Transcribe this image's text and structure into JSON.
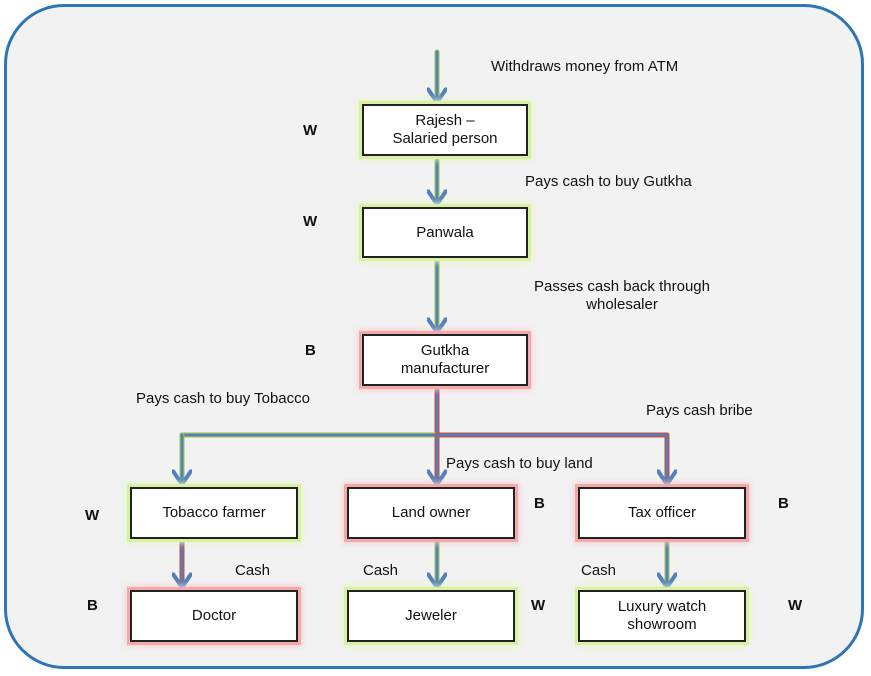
{
  "nodes": {
    "rajesh": {
      "text": "Rajesh – Salaried person",
      "tag": "W"
    },
    "panwala": {
      "text": "Panwala",
      "tag": "W"
    },
    "manufacturer": {
      "text": "Gutkha manufacturer",
      "tag": "B"
    },
    "tobacco_farmer": {
      "text": "Tobacco farmer",
      "tag": "W"
    },
    "land_owner": {
      "text": "Land owner",
      "tag": "B"
    },
    "tax_officer": {
      "text": "Tax officer",
      "tag": "B"
    },
    "doctor": {
      "text": "Doctor",
      "tag": "B"
    },
    "jeweler": {
      "text": "Jeweler",
      "tag": "W"
    },
    "luxury_watch": {
      "text": "Luxury watch showroom",
      "tag": "W"
    }
  },
  "edges": {
    "atm": "Withdraws money from ATM",
    "gutkha": "Pays cash to buy Gutkha",
    "wholesaler": "Passes cash back through wholesaler",
    "tobacco": "Pays cash to buy Tobacco",
    "bribe": "Pays cash bribe",
    "land": "Pays cash to buy land",
    "cash_doctor": "Cash",
    "cash_jeweler": "Cash",
    "cash_watch": "Cash"
  },
  "colors": {
    "blue": "#4f81bd",
    "green_arrow": "#9bbb59",
    "red_arrow": "#c0504d",
    "border": "#2e75b6"
  }
}
